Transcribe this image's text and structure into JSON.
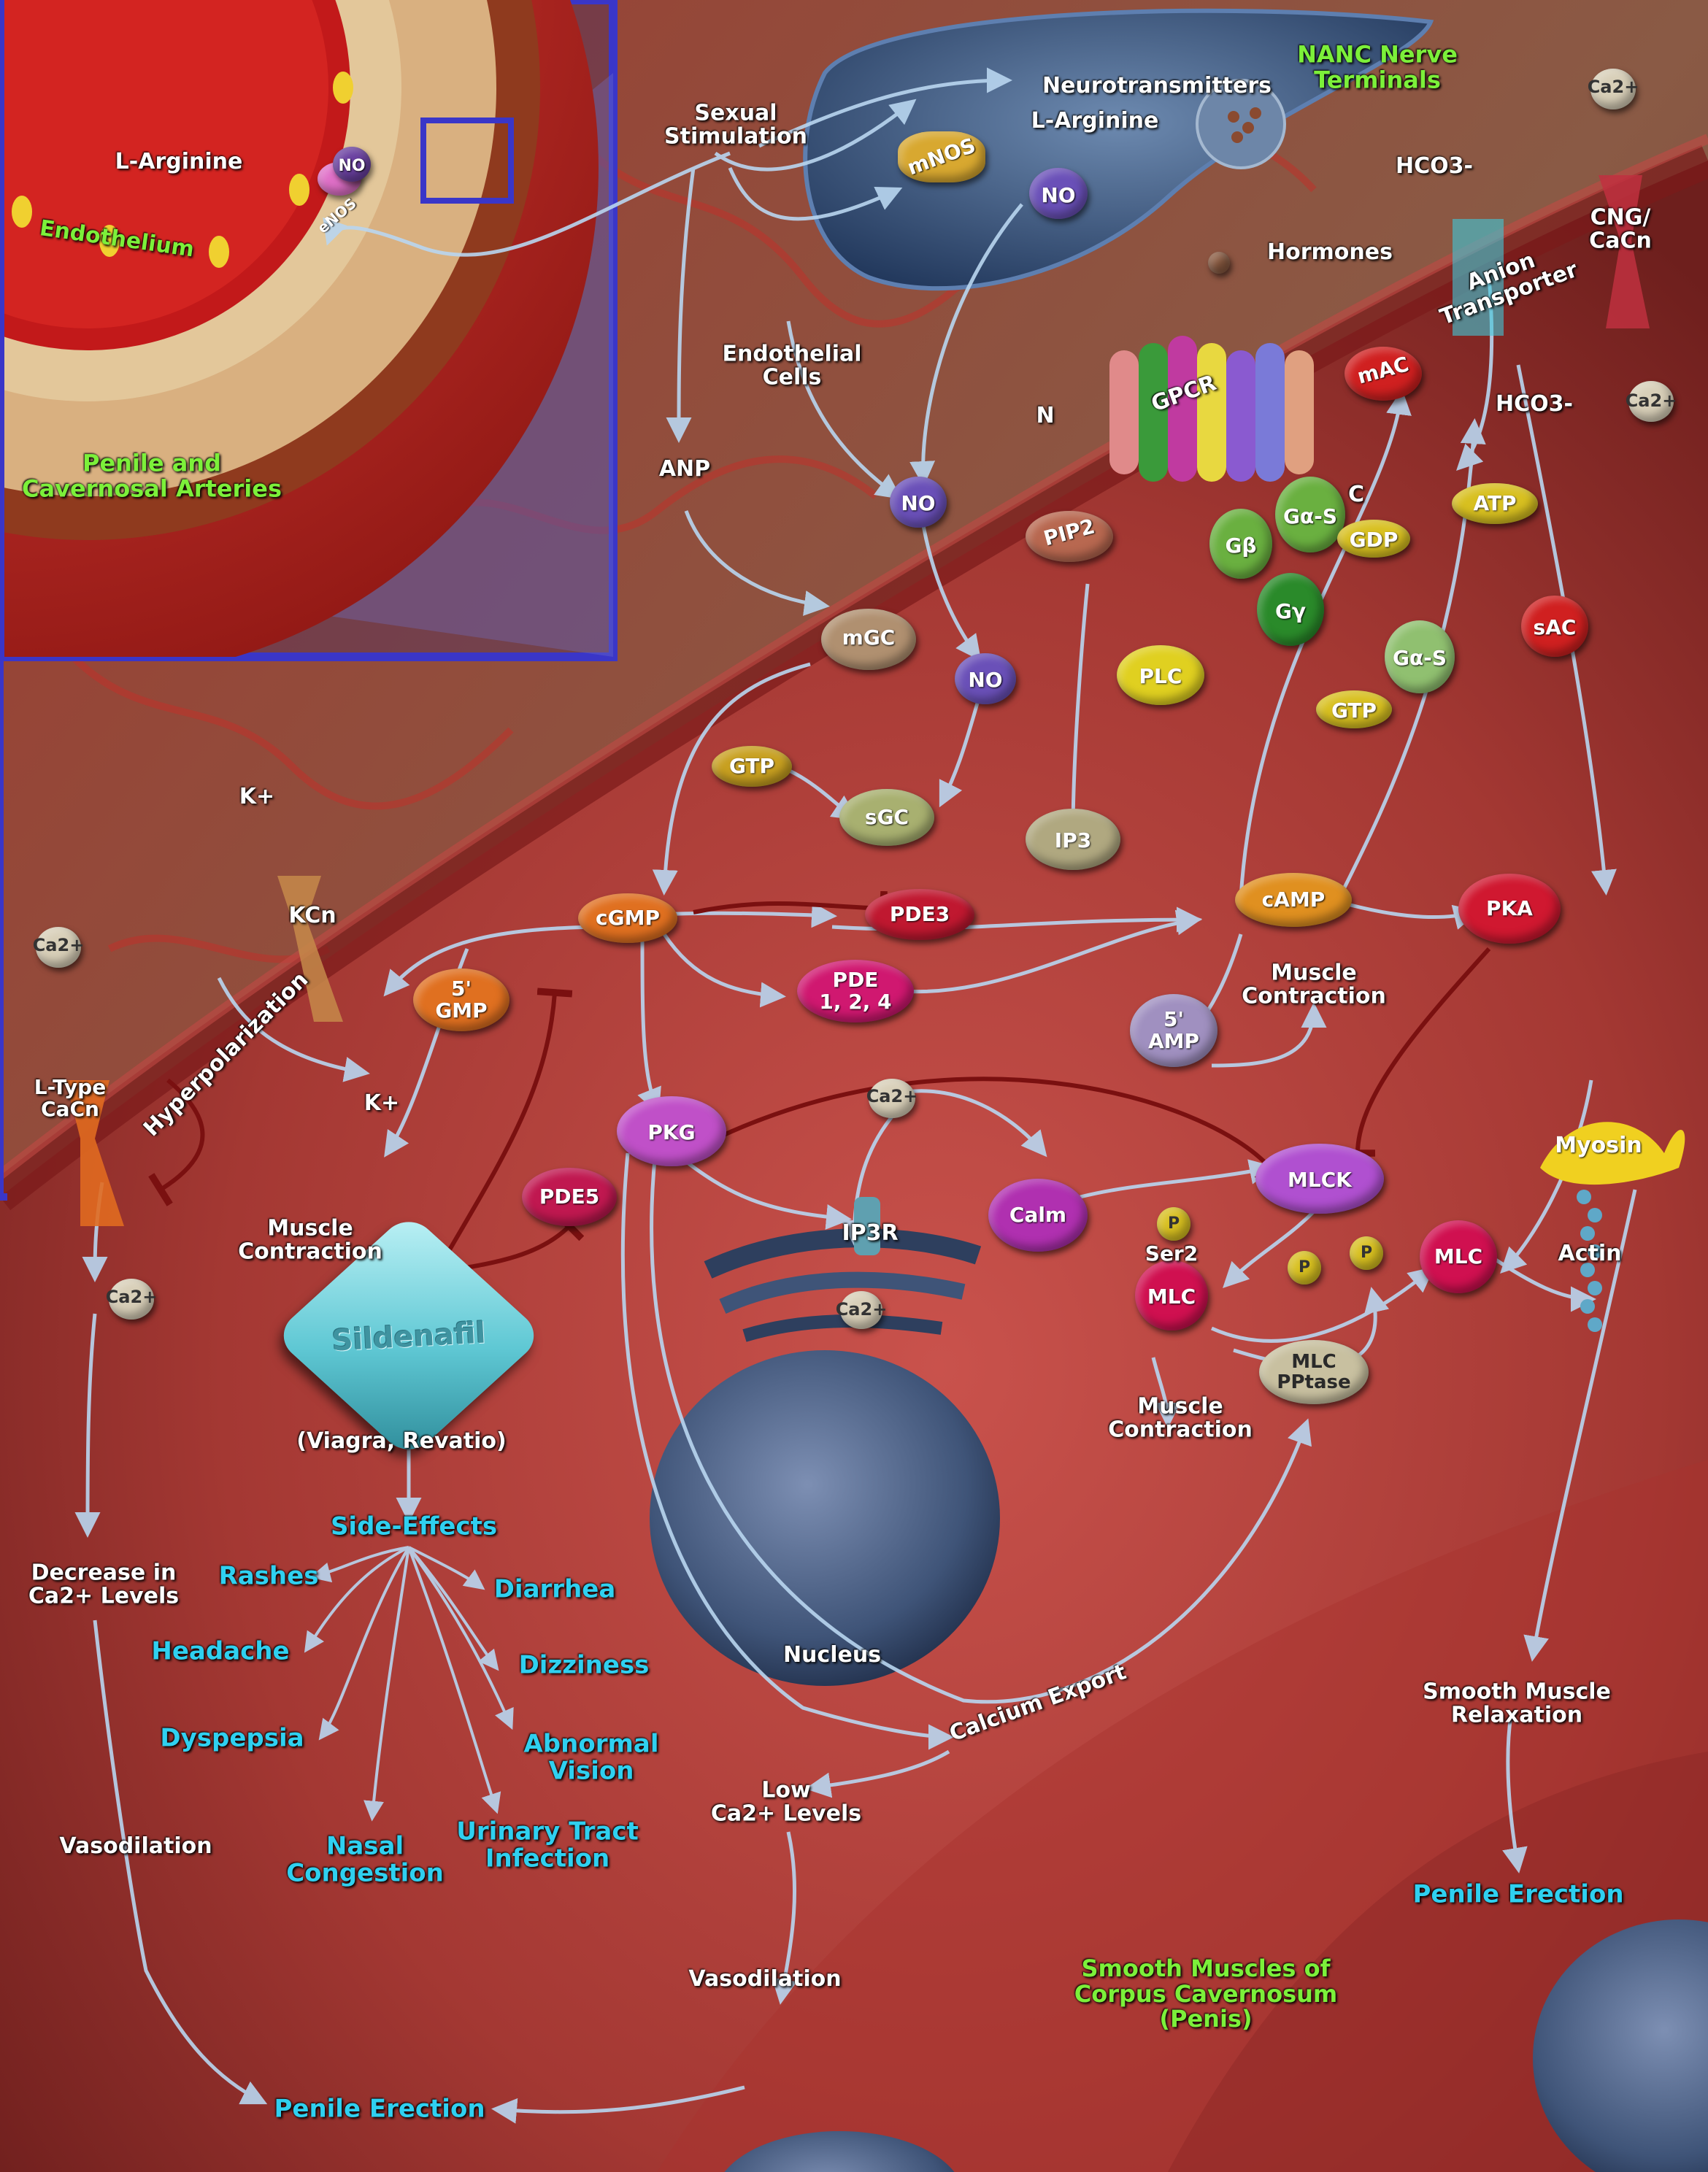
{
  "colors": {
    "background_top": "#8a2f2a",
    "membrane": "#9a2a2a",
    "cytoplasm": "#b8433e",
    "inset_frame": "#2f2ab8",
    "label_cyan": "#2fd0f0",
    "label_green": "#7cf03a",
    "arrow": "#b9d6f0"
  },
  "inset": {
    "l_arginine": "L-Arginine",
    "no": "NO",
    "enos": "eNOS",
    "endothelium": "Endothelium",
    "arteries": "Penile and\nCavernosal Arteries"
  },
  "top": {
    "sexual_stimulation": "Sexual\nStimulation",
    "neurotransmitters": "Neurotransmitters",
    "nanc": "NANC Nerve\nTerminals",
    "mnos": "mNOS",
    "l_arginine": "L-Arginine",
    "no": "NO",
    "hormones": "Hormones",
    "endothelial_cells": "Endothelial\nCells",
    "anp": "ANP"
  },
  "ions": {
    "ca_top": "Ca2+",
    "hco3_top": "HCO3-",
    "anion_transporter": "Anion\nTransporter",
    "cng": "CNG/\nCaCn",
    "ca_mid": "Ca2+",
    "hco3_mid": "HCO3-"
  },
  "receptor": {
    "n": "N",
    "gpcr": "GPCR",
    "c": "C",
    "g_beta": "Gβ",
    "g_alpha_s": "Gα-S",
    "g_gamma": "Gγ",
    "gdp": "GDP",
    "g_alpha_s2": "Gα-S",
    "gtp": "GTP",
    "plc": "PLC",
    "pip2": "PIP2",
    "mac": "mAC",
    "atp": "ATP",
    "sac": "sAC"
  },
  "cgmp_pathway": {
    "no_membrane": "NO",
    "mgc": "mGC",
    "no_cyto": "NO",
    "gtp": "GTP",
    "sgc": "sGC",
    "ip3": "IP3",
    "cgmp": "cGMP",
    "pde3": "PDE3",
    "camp": "cAMP",
    "pka": "PKA",
    "gmp5": "5'\nGMP",
    "pde124": "PDE\n1, 2, 4",
    "amp5": "5'\nAMP",
    "muscle_contraction_amp": "Muscle\nContraction",
    "pkg": "PKG",
    "pde5": "PDE5"
  },
  "left_channels": {
    "k_top": "K+",
    "kcn": "KCn",
    "ca_top": "Ca2+",
    "l_type": "L-Type\nCaCn",
    "hyperpolarization": "Hyperpolarization",
    "k_bottom": "K+",
    "muscle_contraction": "Muscle\nContraction",
    "ca_bottom": "Ca2+",
    "decrease": "Decrease in\nCa2+ Levels",
    "vasodilation": "Vasodilation"
  },
  "contraction": {
    "ca": "Ca2+",
    "calm": "Calm",
    "mlck": "MLCK",
    "ip3r": "IP3R",
    "ca_er": "Ca2+",
    "p1": "P",
    "ser2": "Ser2",
    "p2": "P",
    "p3": "P",
    "mlc_left": "MLC",
    "mlc_right": "MLC",
    "myosin": "Myosin",
    "actin": "Actin",
    "mlc_pptase": "MLC\nPPtase",
    "muscle_contraction": "Muscle\nContraction",
    "nucleus": "Nucleus"
  },
  "drug": {
    "name": "Sildenafil",
    "brands": "(Viagra, Revatio)",
    "side_effects_title": "Side-Effects",
    "side_effects": [
      "Rashes",
      "Diarrhea",
      "Headache",
      "Dizziness",
      "Dyspepsia",
      "Abnormal\nVision",
      "Nasal\nCongestion",
      "Urinary Tract\nInfection"
    ]
  },
  "outcomes": {
    "calcium_export": "Calcium Export",
    "low_ca": "Low\nCa2+ Levels",
    "vasodilation": "Vasodilation",
    "penile_erection_bottom": "Penile Erection",
    "smooth_muscle_relaxation": "Smooth Muscle\nRelaxation",
    "penile_erection_right": "Penile Erection",
    "corpus": "Smooth Muscles of\nCorpus Cavernosum\n(Penis)"
  }
}
